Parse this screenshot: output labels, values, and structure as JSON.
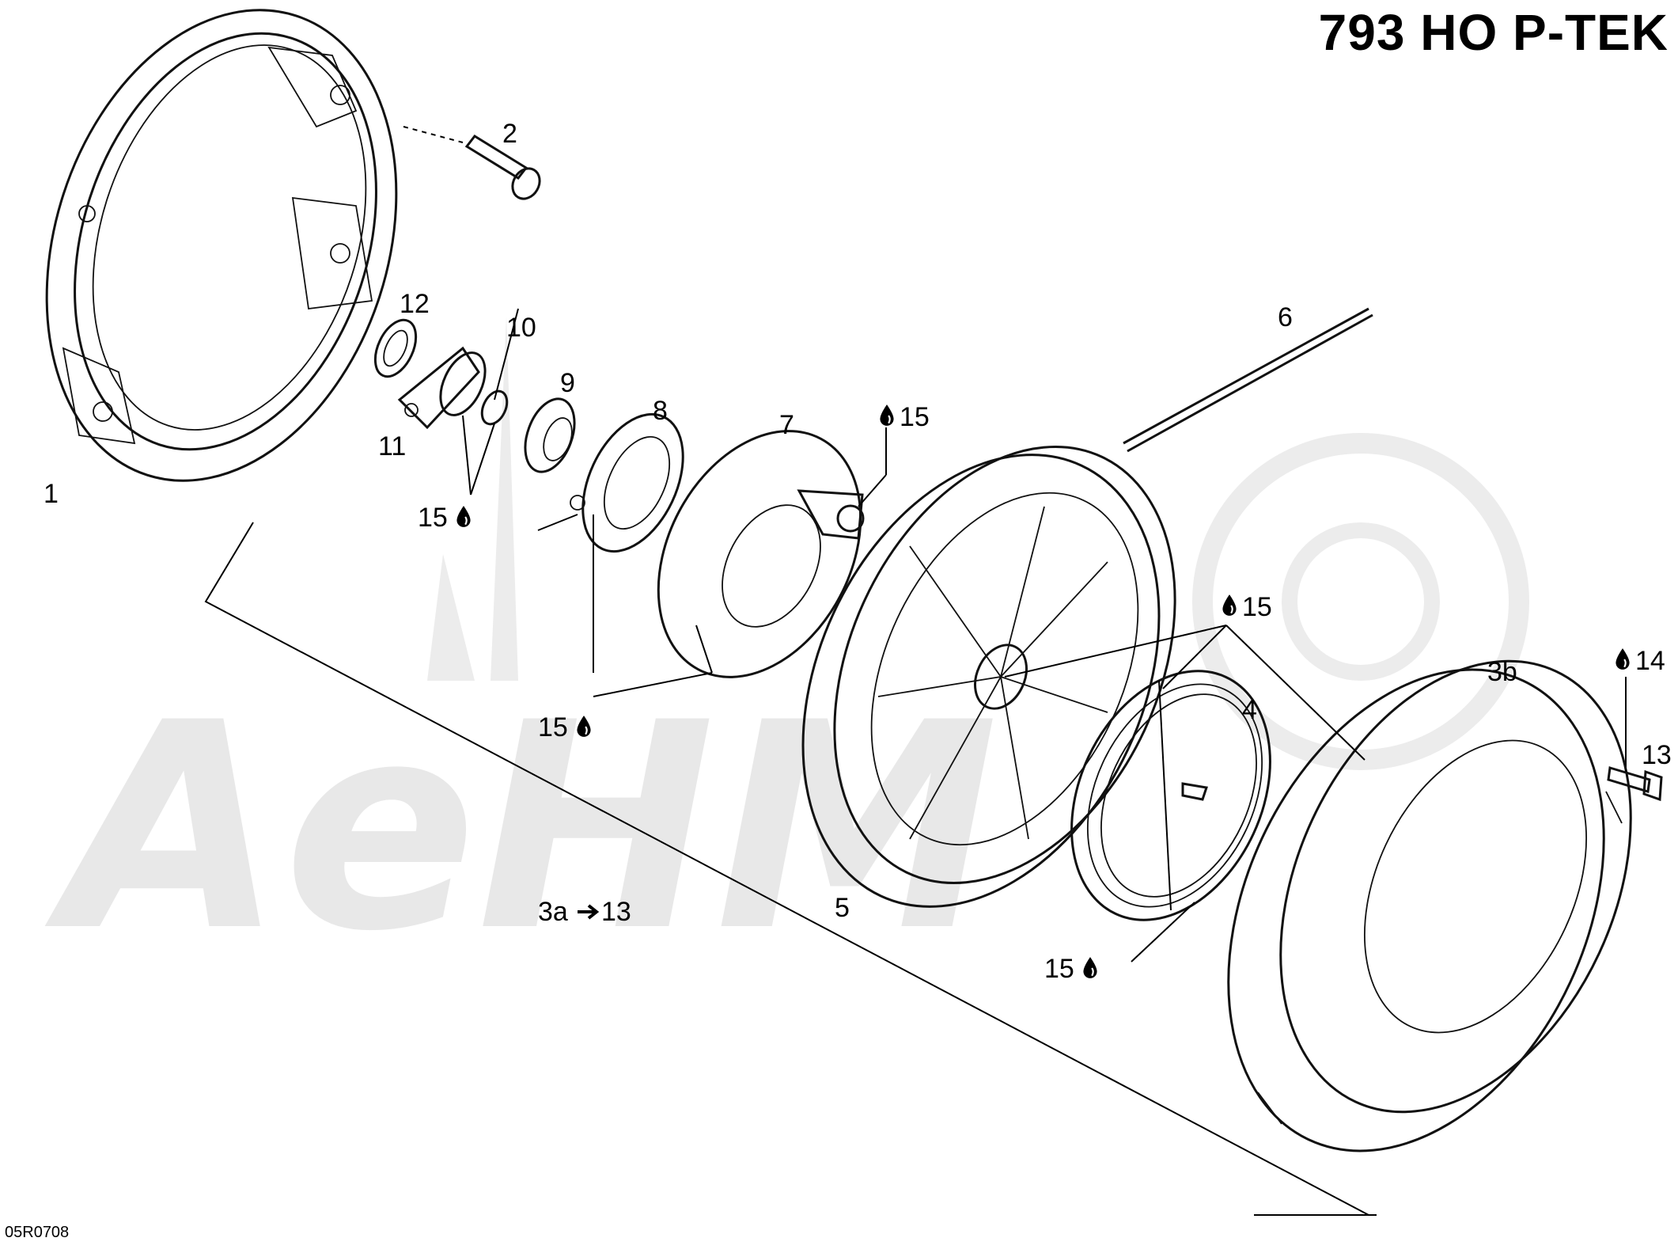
{
  "header": {
    "title": "793 HO P-TEK"
  },
  "footer": {
    "drawing_code": "05R0708"
  },
  "watermark": {
    "text": "AeHM",
    "color": "#e6e6e6"
  },
  "callouts": {
    "c1": "1",
    "c2": "2",
    "c3a": "3a",
    "c3a_target": "13",
    "c3b": "3b",
    "c4": "4",
    "c5": "5",
    "c6": "6",
    "c7": "7",
    "c8": "8",
    "c9": "9",
    "c10": "10",
    "c11": "11",
    "c12": "12",
    "c13": "13",
    "c14": "14",
    "c15_a": "15",
    "c15_b": "15",
    "c15_c": "15",
    "c15_d": "15",
    "c15_e": "15"
  },
  "icons": {
    "lubricant": "oil-drop-icon",
    "arrow": "arrow-right-icon"
  }
}
